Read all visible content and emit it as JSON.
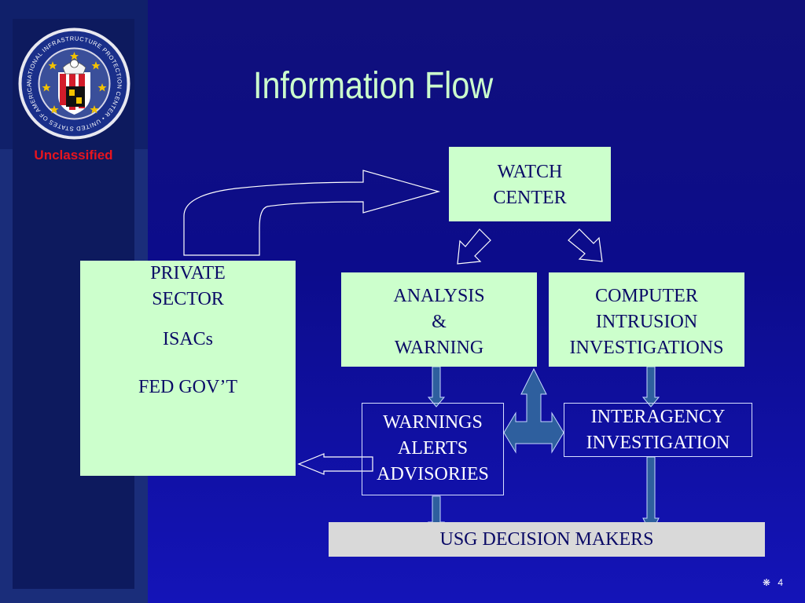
{
  "slide": {
    "title": "Information Flow",
    "classification": "Unclassified",
    "page_marker": "❋",
    "page_number": "4"
  },
  "seal": {
    "ring_text": "NATIONAL INFRASTRUCTURE PROTECTION CENTER • UNITED STATES OF AMERICA •",
    "colors": {
      "ring": "#1a2f8a",
      "gold": "#f2c200",
      "red": "#d21c2a",
      "white": "#ffffff"
    }
  },
  "nodes": {
    "watch_center": [
      "WATCH",
      "CENTER"
    ],
    "private_sector": {
      "lines": [
        "PRIVATE",
        "SECTOR"
      ],
      "isacs": "ISACs",
      "fed_gov": "FED GOV’T"
    },
    "analysis_warning": [
      "ANALYSIS",
      "&",
      "WARNING"
    ],
    "computer_intrusion": [
      "COMPUTER",
      "INTRUSION",
      "INVESTIGATIONS"
    ],
    "warnings_alerts": [
      "WARNINGS",
      "ALERTS",
      "ADVISORIES"
    ],
    "interagency": [
      "INTERAGENCY",
      "INVESTIGATION"
    ],
    "decision_makers": "USG DECISION MAKERS"
  },
  "colors": {
    "box_fill": "#ccffcc",
    "gray_fill": "#d9d9d9",
    "arrow_blue": "#2e5f9e",
    "title": "#ccffcc",
    "classification": "#e8141e"
  }
}
